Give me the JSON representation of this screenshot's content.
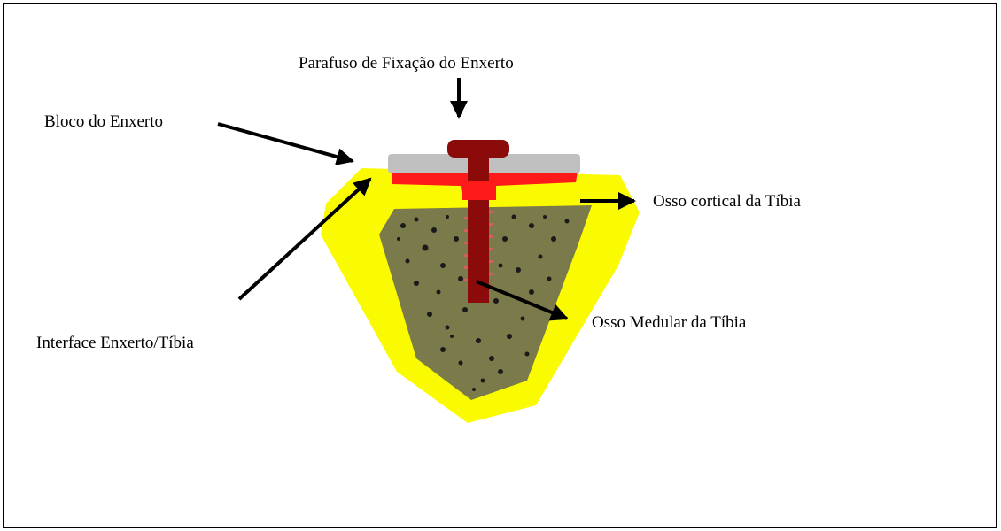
{
  "labels": {
    "screw": "Parafuso de Fixação do Enxerto",
    "graft_block": "Bloco do Enxerto",
    "cortical": "Osso cortical da Tíbia",
    "interface": "Interface Enxerto/Tíbia",
    "medullary": "Osso Medular da Tíbia"
  },
  "colors": {
    "cortical_bone": "#fafa00",
    "medullary_bone": "#7a7a4a",
    "graft_block": "#c0c0c0",
    "interface": "#ff1a1a",
    "screw": "#8b0a0a",
    "arrows": "#000000"
  }
}
